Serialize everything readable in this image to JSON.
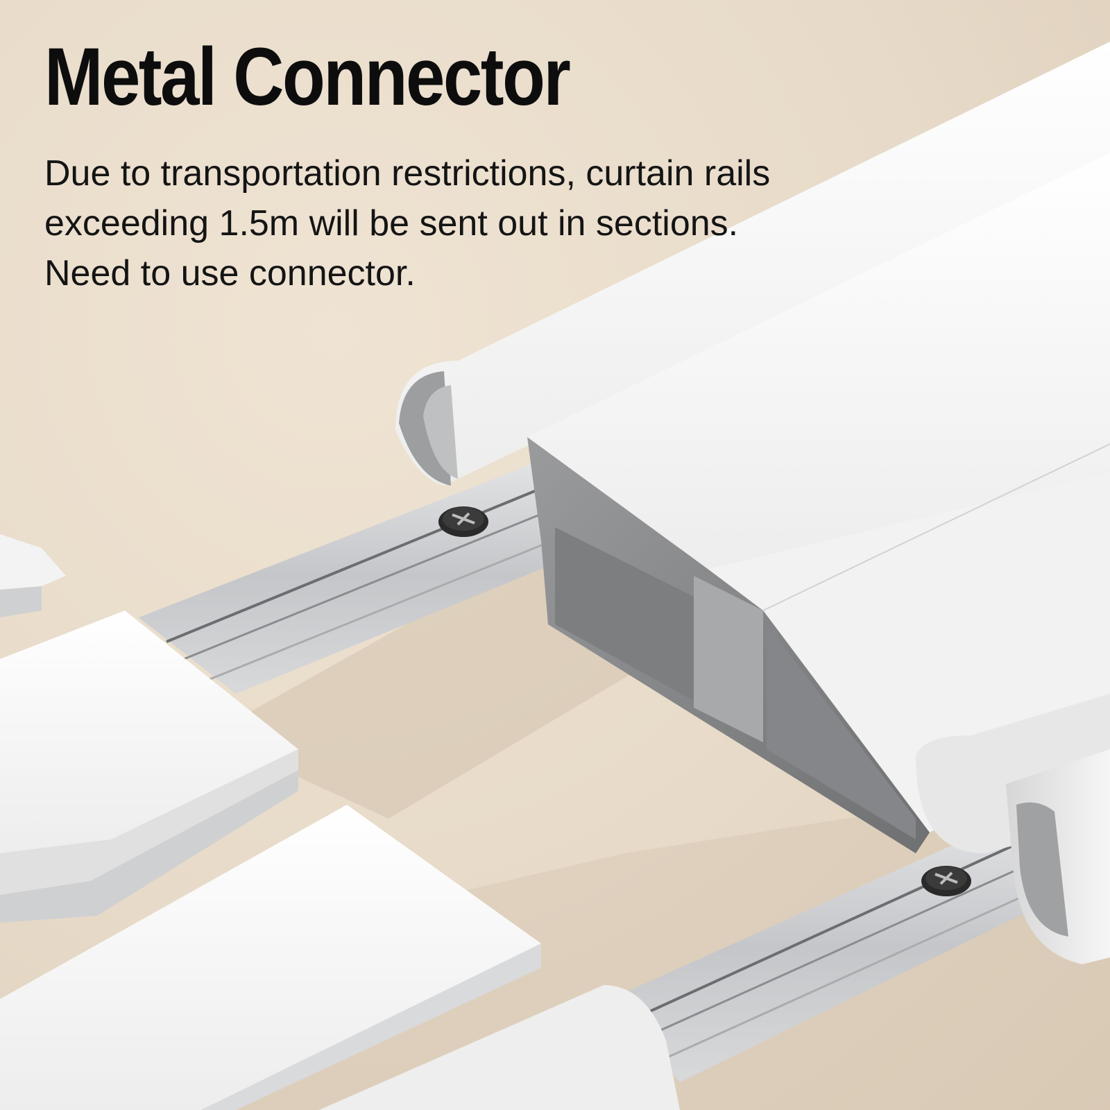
{
  "headline": "Metal Connector",
  "description": {
    "line1": "Due to transportation restrictions, curtain rails",
    "line2": "exceeding 1.5m will be sent out in sections.",
    "line3": "Need to use connector."
  },
  "colors": {
    "background": "#e6d9c8",
    "rail_white": "#f4f4f4",
    "rail_inner": "#8e8f91",
    "connector_metal": "#c9cbcd",
    "screw": "#2b2b2b",
    "text": "#0d0d0d"
  }
}
